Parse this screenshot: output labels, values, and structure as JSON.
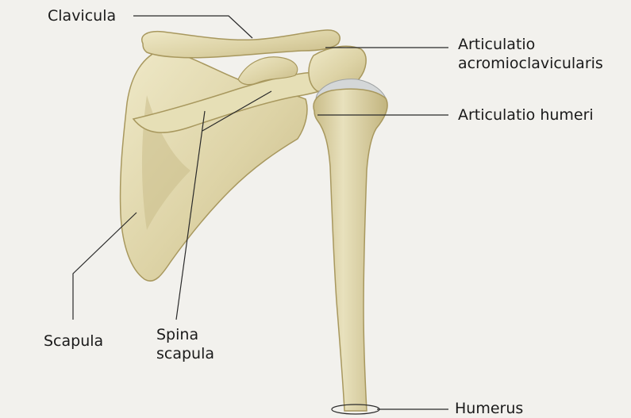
{
  "colors": {
    "background": "#f2f1ed",
    "bone_fill": "#ddd3a6",
    "bone_shadow": "#b9ab72",
    "bone_highlight": "#efe9c8",
    "cartilage": "#d4d7d8",
    "leader_line": "#2a2a2a",
    "text": "#1a1a1a"
  },
  "labels": {
    "clavicula": "Clavicula",
    "artic_ac_line1": "Articulatio",
    "artic_ac_line2": "acromioclavicularis",
    "artic_humeri": "Articulatio humeri",
    "scapula": "Scapula",
    "spina_line1": "Spina",
    "spina_line2": "scapula",
    "humerus": "Humerus"
  }
}
